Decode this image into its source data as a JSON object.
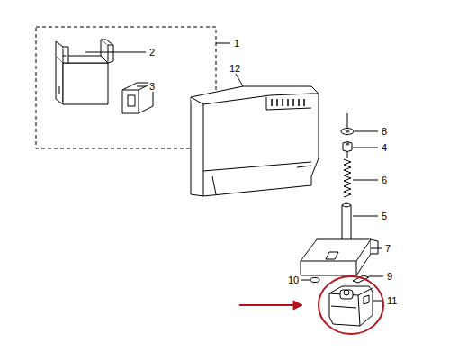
{
  "diagram": {
    "labels": [
      "1",
      "2",
      "3",
      "12",
      "8",
      "4",
      "6",
      "5",
      "7",
      "10",
      "9",
      "11"
    ]
  }
}
